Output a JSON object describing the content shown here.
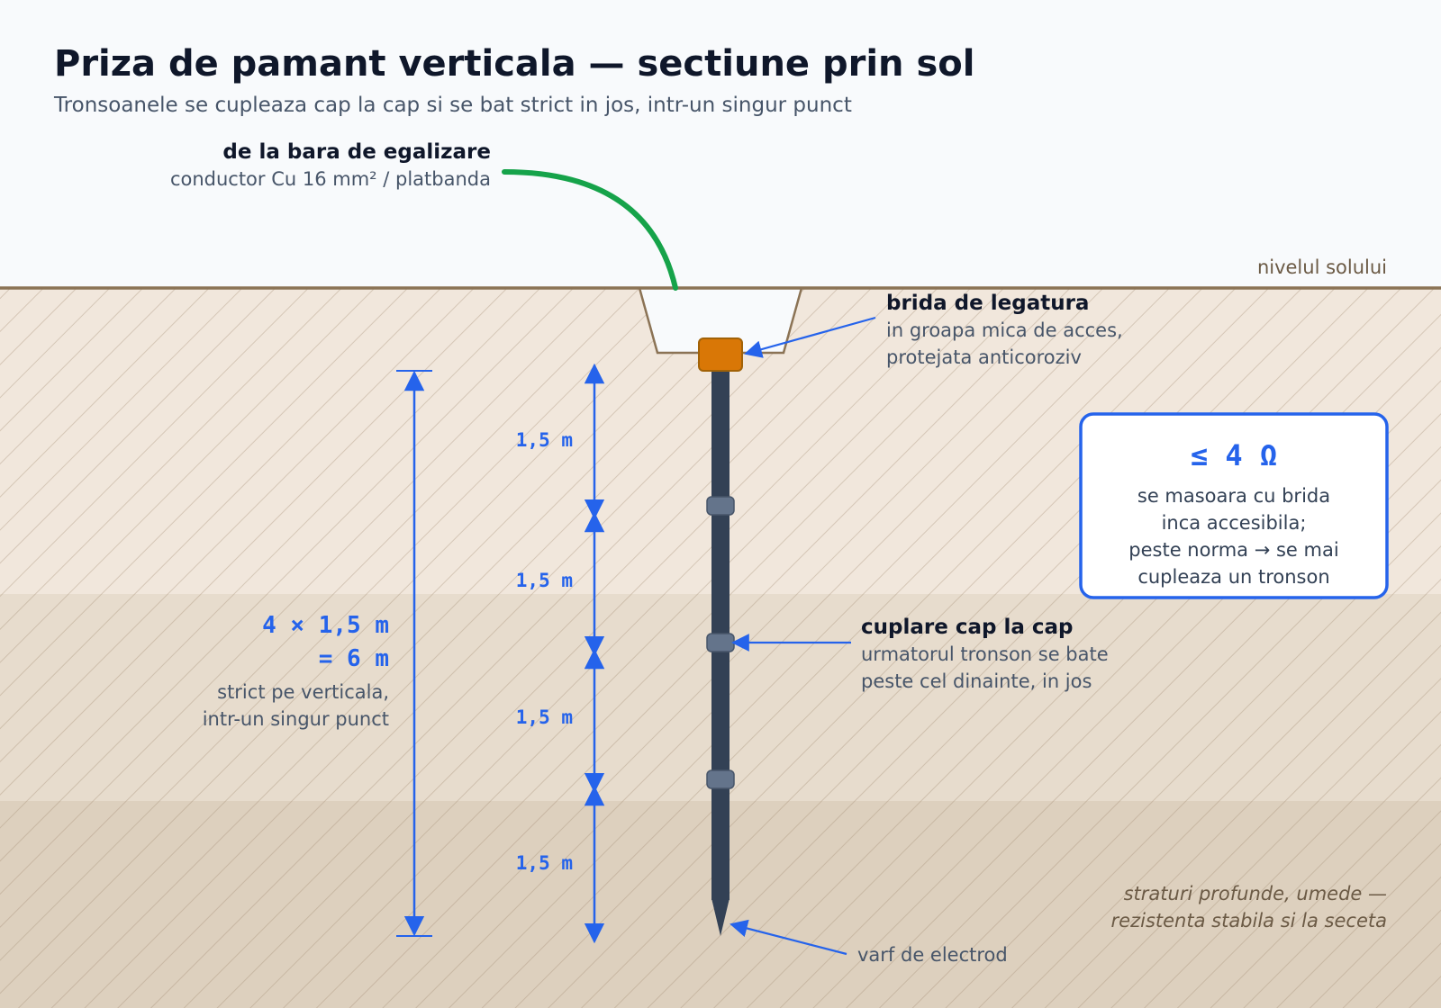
{
  "header": {
    "title": "Priza de pamant verticala — sectiune prin sol",
    "subtitle": "Tronsoanele se cupleaza cap la cap si se bat strict in jos, intr-un singur punct"
  },
  "conductor": {
    "title": "de la bara de egalizare",
    "desc": "conductor Cu 16 mm² / platbanda"
  },
  "ground_level_label": "nivelul solului",
  "clamp": {
    "title": "brida de legatura",
    "line1": "in groapa mica de acces,",
    "line2": "protejata anticoroziv"
  },
  "coupling": {
    "title": "cuplare cap la cap",
    "line1": "urmatorul tronson se bate",
    "line2": "peste cel dinainte, in jos"
  },
  "tip_label": "varf de electrod",
  "deep_layers": {
    "line1": "straturi profunde, umede —",
    "line2": "rezistenta stabila si la seceta"
  },
  "segments": [
    "1,5 m",
    "1,5 m",
    "1,5 m",
    "1,5 m"
  ],
  "total": {
    "line1": "4 × 1,5 m",
    "line2": "= 6 m",
    "note1": "strict pe verticala,",
    "note2": "intr-un singur punct"
  },
  "resistance_box": {
    "value": "≤ 4 Ω",
    "line1": "se masoara cu brida",
    "line2": "inca accesibila;",
    "line3": "peste norma → se mai",
    "line4": "cupleaza un tronson"
  },
  "colors": {
    "accent": "#2563eb",
    "conductor": "#16a34a",
    "clamp": "#d97706",
    "rod": "#334155",
    "soil_top": "#f1e7dc",
    "soil_mid": "#e7dccd",
    "soil_deep": "#ddd0be",
    "ground_line": "#8b7355"
  }
}
